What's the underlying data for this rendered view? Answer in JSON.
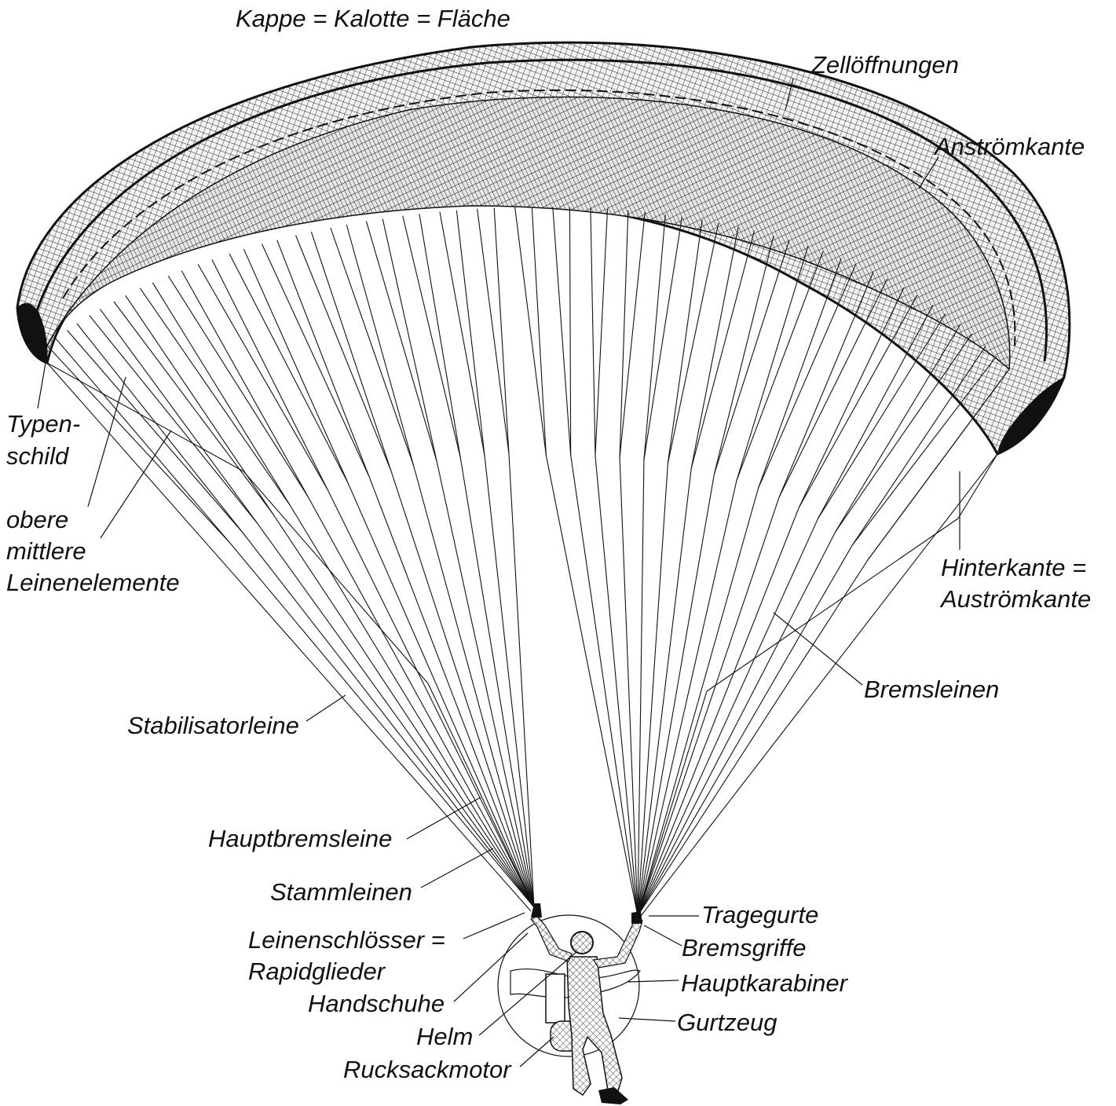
{
  "labels": {
    "kappe": "Kappe = Kalotte = Fläche",
    "zelloeffnungen": "Zellöffnungen",
    "anstroemkante": "Anströmkante",
    "typenschild_1": "Typen-",
    "typenschild_2": "schild",
    "obere": "obere",
    "mittlere": "mittlere",
    "leinenelemente": "Leinenelemente",
    "hinterkante_1": "Hinterkante =",
    "hinterkante_2": "Auströmkante",
    "bremsleinen": "Bremsleinen",
    "stabilisatorleine": "Stabilisatorleine",
    "hauptbremsleine": "Hauptbremsleine",
    "stammleinen": "Stammleinen",
    "tragegurte": "Tragegurte",
    "leinenschloesser_1": "Leinenschlösser =",
    "leinenschloesser_2": "Rapidglieder",
    "bremsgriffe": "Bremsgriffe",
    "hauptkarabiner": "Hauptkarabiner",
    "handschuhe": "Handschuhe",
    "gurtzeug": "Gurtzeug",
    "helm": "Helm",
    "rucksackmotor": "Rucksackmotor"
  },
  "colors": {
    "line": "#111111",
    "background": "#ffffff"
  }
}
